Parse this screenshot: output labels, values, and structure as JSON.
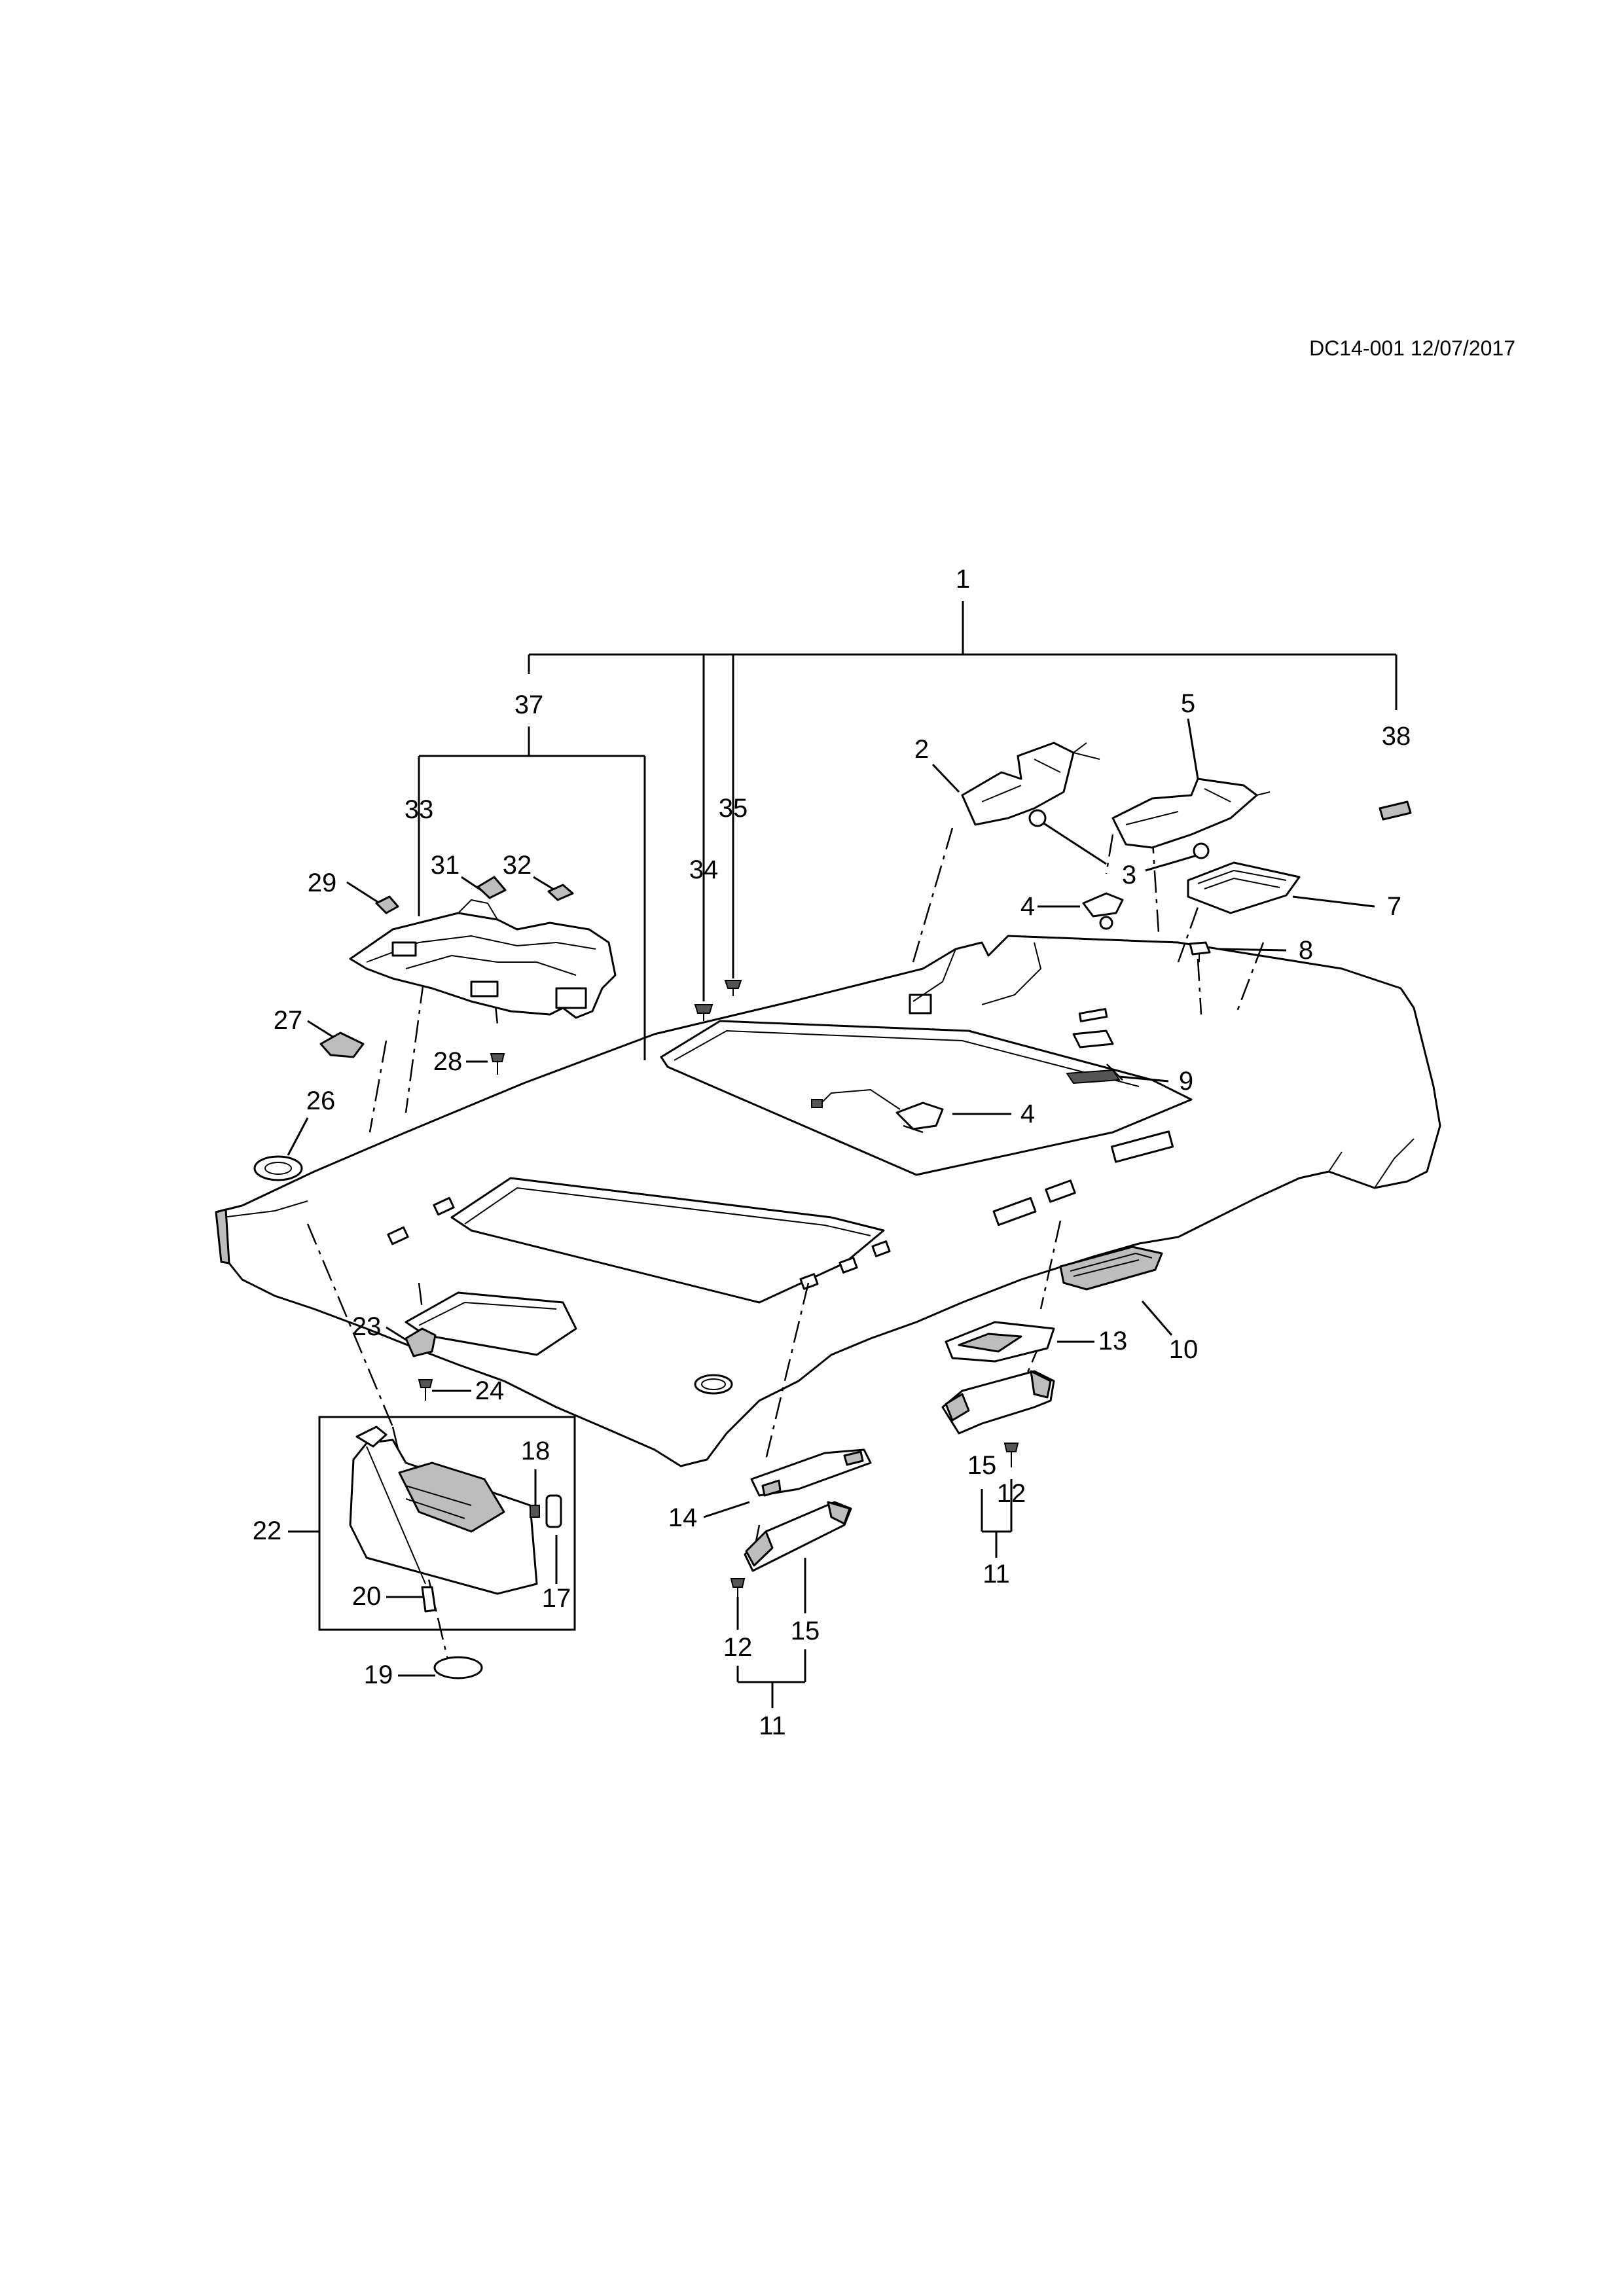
{
  "reference": "DC14-001 12/07/2017",
  "callouts": {
    "c1": "1",
    "c2": "2",
    "c3": "3",
    "c4a": "4",
    "c4b": "4",
    "c5": "5",
    "c7": "7",
    "c8": "8",
    "c9": "9",
    "c10": "10",
    "c11a": "11",
    "c11b": "11",
    "c12a": "12",
    "c12b": "12",
    "c13": "13",
    "c14": "14",
    "c15a": "15",
    "c15b": "15",
    "c17": "17",
    "c18": "18",
    "c19": "19",
    "c20": "20",
    "c22": "22",
    "c23": "23",
    "c24": "24",
    "c26": "26",
    "c27": "27",
    "c28": "28",
    "c29": "29",
    "c31": "31",
    "c32": "32",
    "c33": "33",
    "c34": "34",
    "c35": "35",
    "c37": "37",
    "c38": "38"
  }
}
